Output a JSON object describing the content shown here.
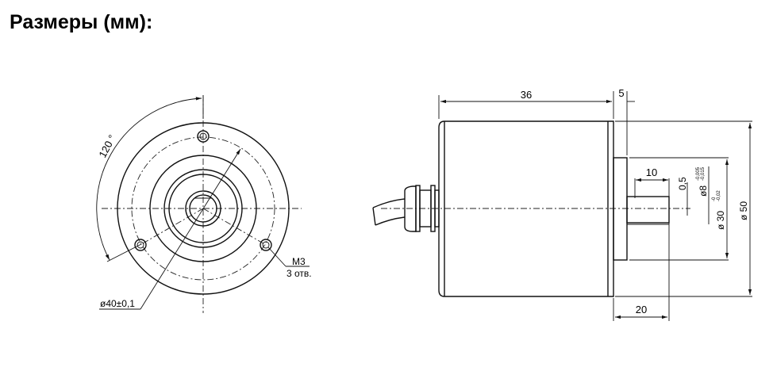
{
  "title": "Размеры (мм):",
  "front_view": {
    "angle_label": "120 °",
    "bolt_circle_label": "ø40±0,1",
    "holes_label_1": "M3",
    "holes_label_2": "3 отв."
  },
  "side_view": {
    "body_length": "36",
    "flange_length": "5",
    "shaft_key_length": "10",
    "flat_depth": "0,5",
    "shaft_diameter": "ø8",
    "shaft_tol_upper": "-0,005",
    "shaft_tol_lower": "-0,015",
    "pilot_diameter": "ø 30",
    "pilot_tol_upper": "-0",
    "pilot_tol_lower": "-0,02",
    "body_diameter": "ø 50",
    "shaft_length": "20"
  }
}
